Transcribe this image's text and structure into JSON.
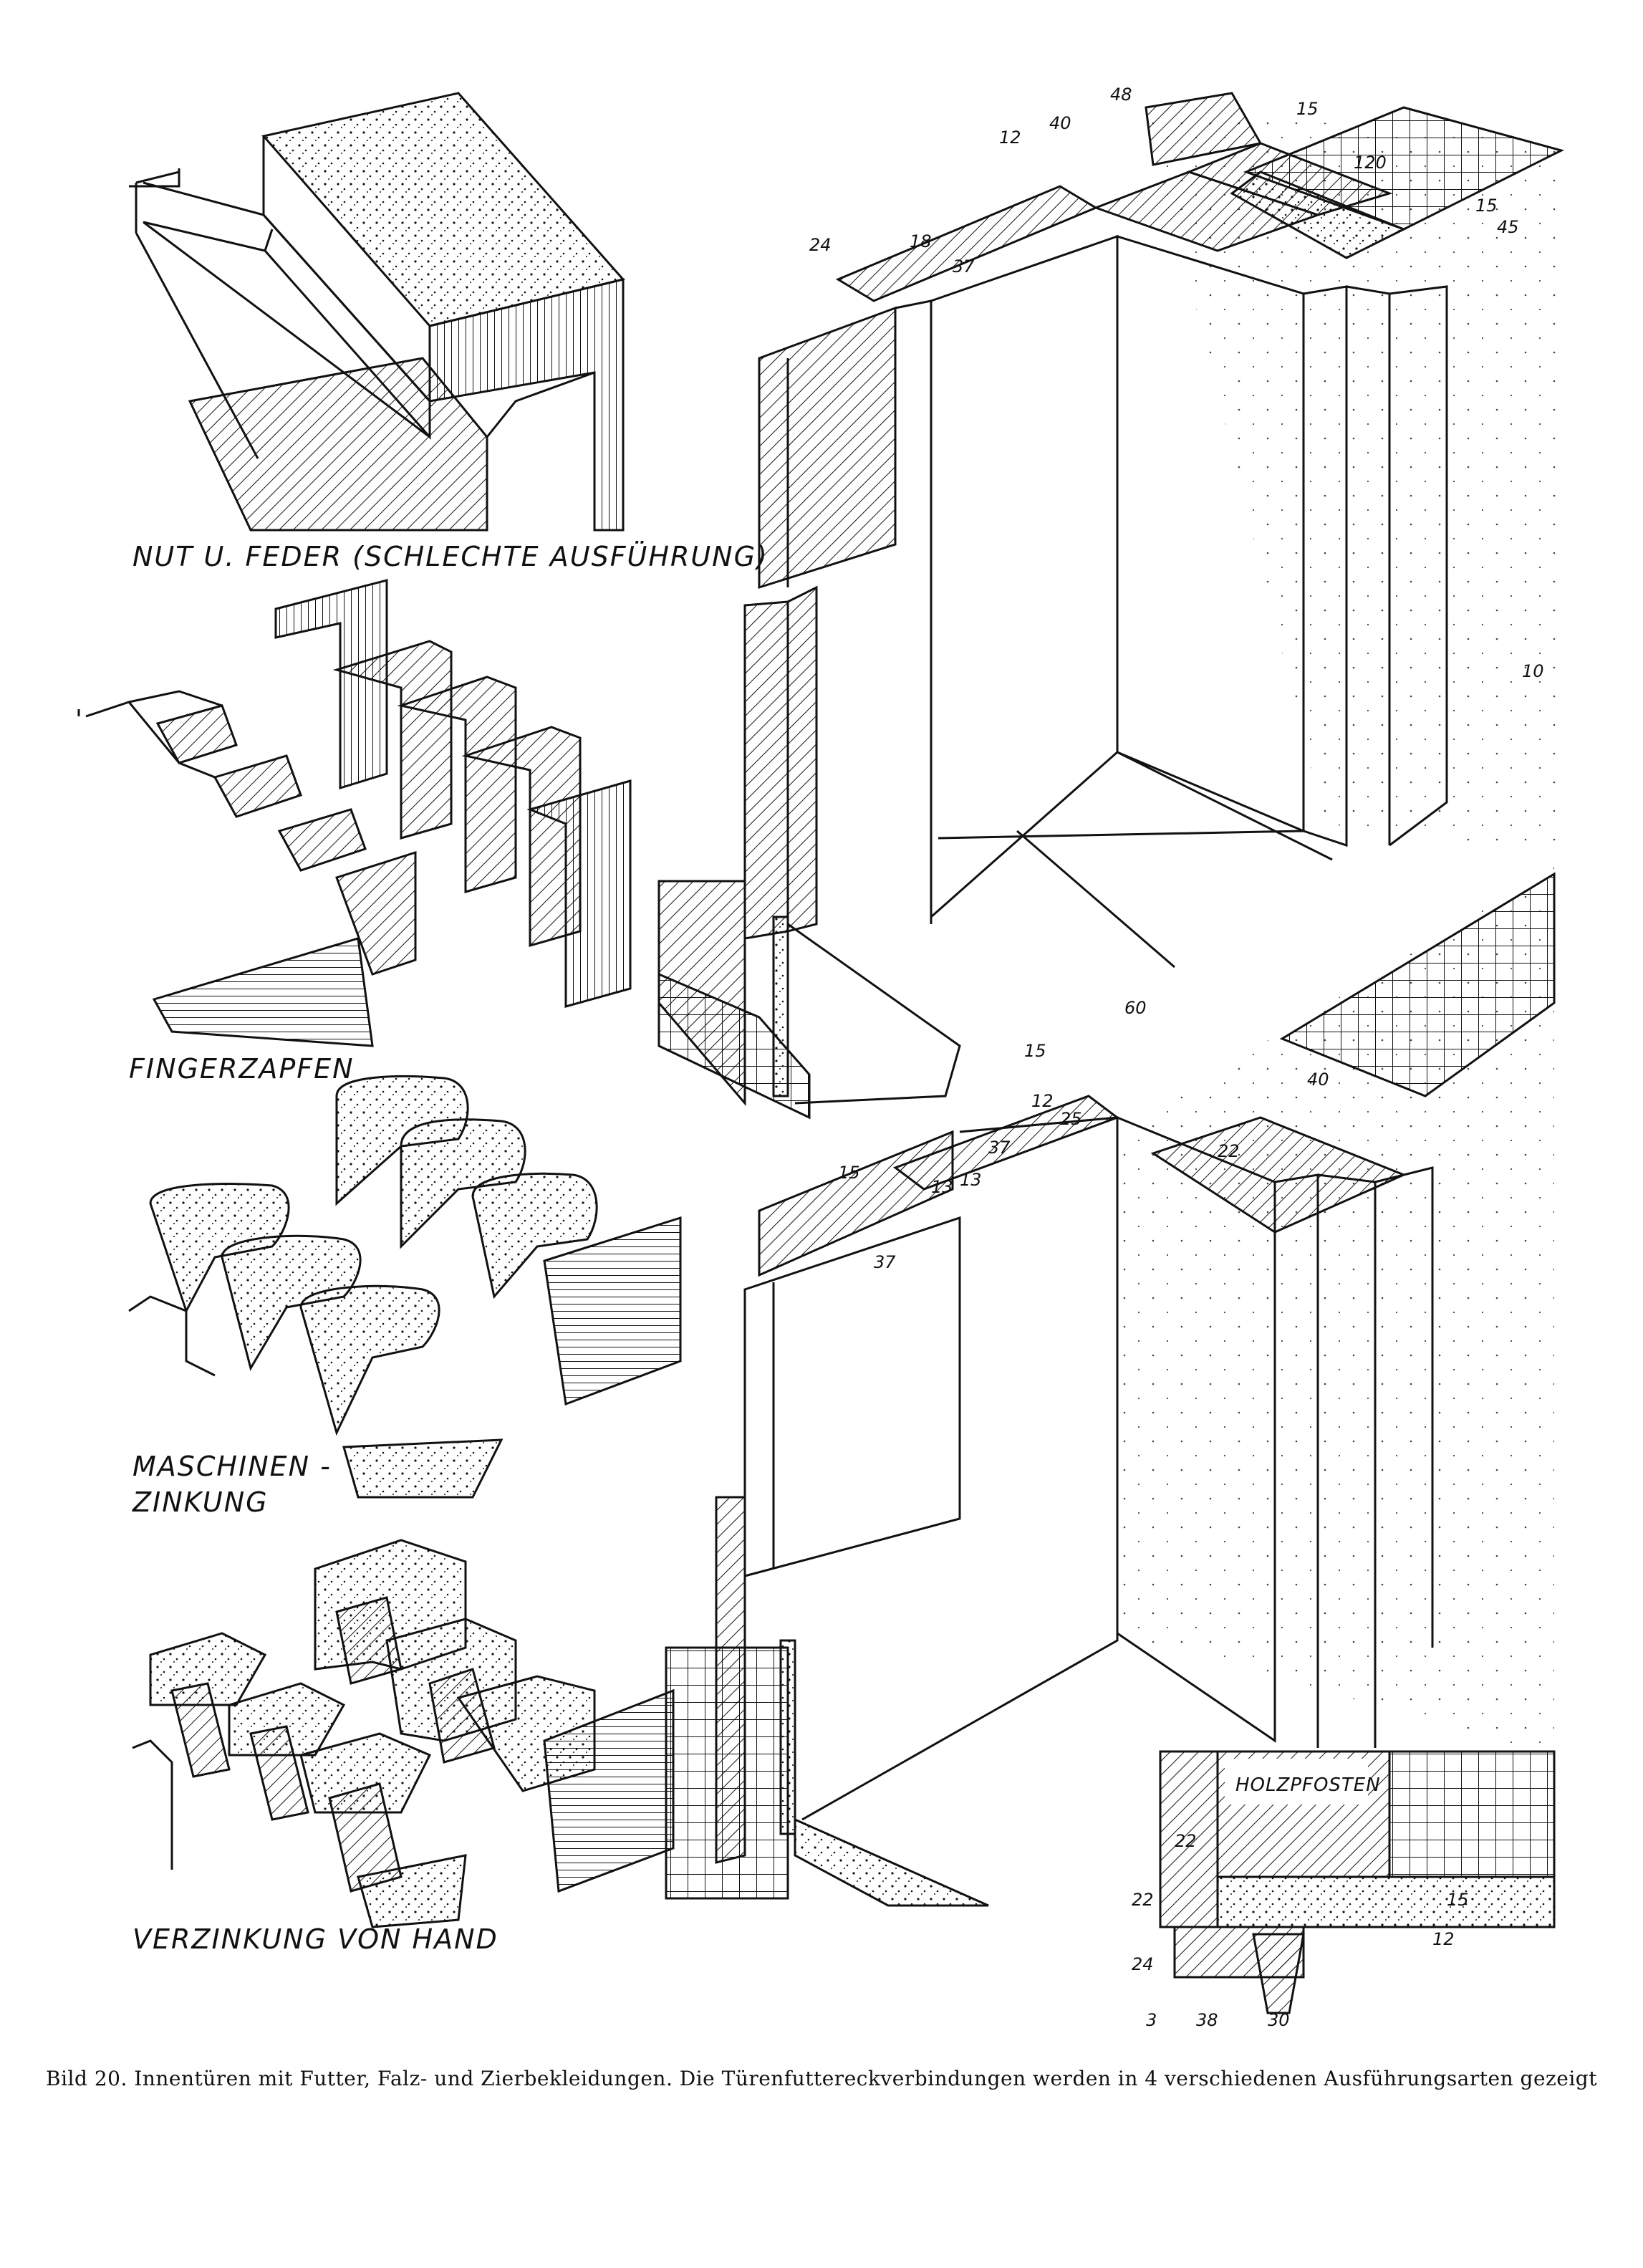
{
  "labels": {
    "nut_feder": "NUT U. FEDER (SCHLECHTE AUSFÜHRUNG)",
    "fingerzapfen": "FINGERZAPFEN",
    "maschinen_line1": "MASCHINEN -",
    "maschinen_line2": "ZINKUNG",
    "verzinkung": "VERZINKUNG VON HAND",
    "holzpfosten": "HOLZPFOSTEN"
  },
  "dimensions_top": [
    "12",
    "40",
    "48",
    "15",
    "120",
    "24",
    "18",
    "37",
    "15",
    "45",
    "10"
  ],
  "dimensions_middle": [
    "60",
    "15",
    "15",
    "40",
    "12",
    "25",
    "37",
    "13",
    "13",
    "22",
    "37"
  ],
  "dimensions_detail": [
    "22",
    "22",
    "24",
    "15",
    "12",
    "3",
    "38",
    "30"
  ],
  "caption": "Bild 20. Innentüren mit Futter, Falz- und Zierbekleidungen. Die Türenfuttereckverbindungen werden in 4 verschiedenen Ausführungsarten gezeigt"
}
